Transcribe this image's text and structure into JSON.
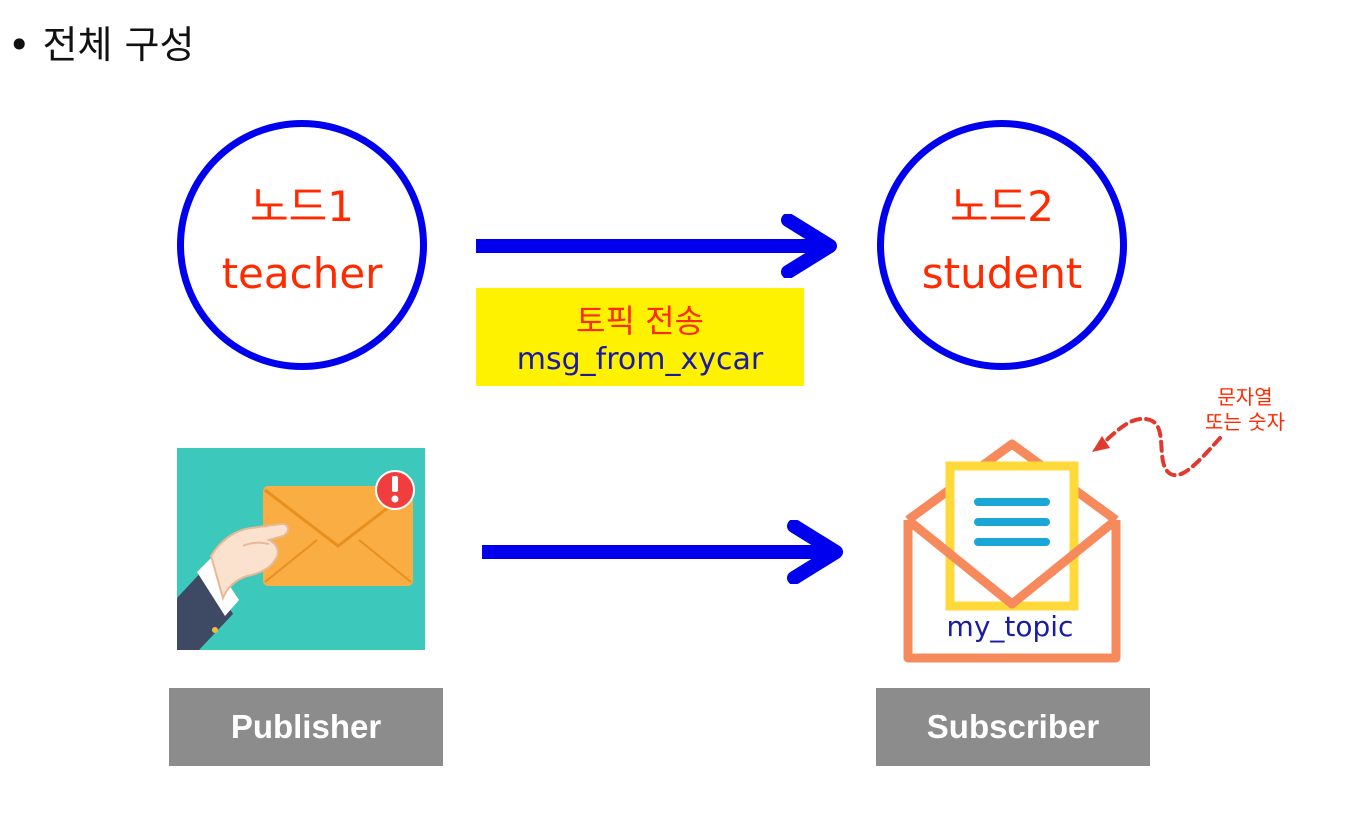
{
  "heading": "• 전체 구성",
  "node1": {
    "label": "노드1",
    "name": "teacher"
  },
  "node2": {
    "label": "노드2",
    "name": "student"
  },
  "topic": {
    "title": "토픽 전송",
    "name": "msg_from_xycar"
  },
  "note": {
    "line1": "문자열",
    "line2": "또는 숫자"
  },
  "message_topic": "my_topic",
  "publisher_label": "Publisher",
  "subscriber_label": "Subscriber",
  "colors": {
    "node_border": "#0000ee",
    "arrow": "#0000ee",
    "node_text": "#ff2a00",
    "topic_box": "#fff200",
    "topic_name": "#1a1aa6",
    "role_bar": "#8c8c8c",
    "publisher_bg": "#3cc9bc",
    "envelope": "#f9ad42",
    "envelope_outline": "#f78a5c",
    "letter_lines": "#1aa7d8",
    "alert": "#f03e3e",
    "note_arrow": "#e03a2f"
  },
  "icons": [
    "alert-icon",
    "hand-envelope-icon",
    "open-envelope-icon"
  ]
}
